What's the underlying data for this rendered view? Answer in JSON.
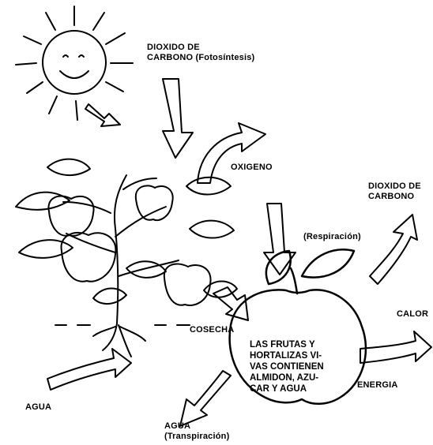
{
  "labels": {
    "co2_photosynthesis_line1": "DIOXIDO DE",
    "co2_photosynthesis_line2": "CARBONO (Fotosíntesis)",
    "oxygen": "OXIGENO",
    "co2_respiration_line1": "DIOXIDO DE",
    "co2_respiration_line2": "CARBONO",
    "respiration": "(Respiración)",
    "heat": "CALOR",
    "harvest": "COSECHA",
    "water_in": "AGUA",
    "energy": "ENERGIA",
    "water_transpiration_line1": "AGUA",
    "water_transpiration_line2": "(Transpiración)"
  },
  "fruit_text": {
    "line1": "LAS FRUTAS Y",
    "line2": "HORTALIZAS VI-",
    "line3": "VAS CONTIENEN",
    "line4": "ALMIDON, AZU-",
    "line5": "CAR Y AGUA"
  },
  "icons": [
    "sun-icon",
    "plant-icon",
    "apple-icon",
    "arrow-icon"
  ]
}
